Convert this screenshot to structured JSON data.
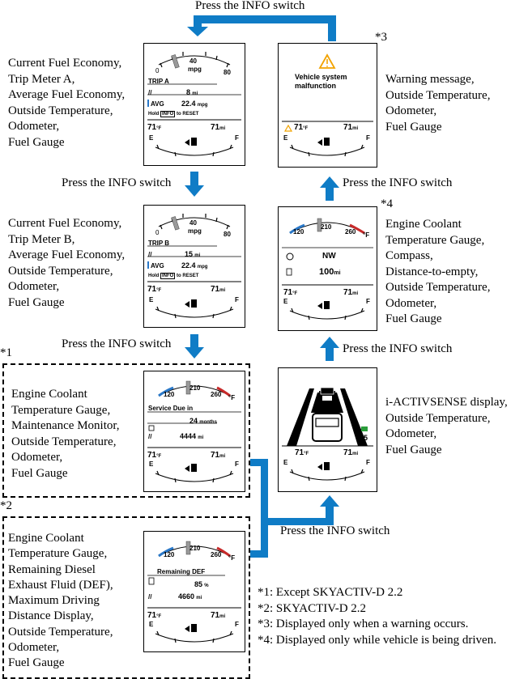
{
  "press_label": "Press the INFO switch",
  "notes": {
    "n1": "*1",
    "n2": "*2",
    "n3": "*3",
    "n4": "*4",
    "footnotes": [
      "*1: Except SKYACTIV-D 2.2",
      "*2: SKYACTIV-D 2.2",
      "*3: Displayed only when a warning occurs.",
      "*4: Displayed only while vehicle is being driven."
    ]
  },
  "descriptions": {
    "tripA": [
      "Current Fuel Economy,",
      "Trip Meter A,",
      "Average Fuel Economy,",
      "Outside Temperature,",
      "Odometer,",
      "Fuel Gauge"
    ],
    "tripB": [
      "Current Fuel Economy,",
      "Trip Meter B,",
      "Average Fuel Economy,",
      "Outside Temperature,",
      "Odometer,",
      "Fuel Gauge"
    ],
    "maint": [
      "Engine Coolant",
      "Temperature Gauge,",
      "Maintenance Monitor,",
      "Outside Temperature,",
      "Odometer,",
      "Fuel Gauge"
    ],
    "def": [
      "Engine Coolant",
      "Temperature Gauge,",
      "Remaining Diesel",
      "Exhaust Fluid (DEF),",
      "Maximum Driving",
      "Distance Display,",
      "Outside Temperature,",
      "Odometer,",
      "Fuel Gauge"
    ],
    "warning": [
      "Warning message,",
      "Outside Temperature,",
      "Odometer,",
      "Fuel Gauge"
    ],
    "compass": [
      "Engine Coolant",
      "Temperature Gauge,",
      "Compass,",
      "Distance-to-empty,",
      "Outside Temperature,",
      "Odometer,",
      "Fuel Gauge"
    ],
    "isense": [
      "i-ACTIVSENSE display,",
      "Outside Temperature,",
      "Odometer,",
      "Fuel Gauge"
    ]
  },
  "screens": {
    "common": {
      "temp": "71",
      "temp_unit": "°F",
      "odo": "71",
      "odo_unit": "mi",
      "E": "E",
      "F": "F"
    },
    "fuel_gauge": {
      "min": "0",
      "mid": "40",
      "max": "80",
      "unit": "mpg"
    },
    "coolant_gauge": {
      "min": "120",
      "mid": "210",
      "max": "260",
      "unit": "°F"
    },
    "tripA": {
      "title": "TRIP A",
      "trip": "8",
      "trip_unit": "mi",
      "avg_label": "AVG",
      "avg": "22.4",
      "avg_unit": "mpg",
      "hold": "Hold",
      "info": "INFO",
      "reset": "to RESET"
    },
    "tripB": {
      "title": "TRIP B",
      "trip": "15",
      "trip_unit": "mi",
      "avg_label": "AVG",
      "avg": "22.4",
      "avg_unit": "mpg",
      "hold": "Hold",
      "info": "INFO",
      "reset": "to RESET"
    },
    "maint": {
      "title": "Service Due in",
      "months": "24",
      "months_unit": "months",
      "dist": "4444",
      "dist_unit": "mi"
    },
    "def": {
      "title": "Remaining DEF",
      "pct": "85",
      "pct_unit": "%",
      "dist": "4660",
      "dist_unit": "mi"
    },
    "warning": {
      "line1": "Vehicle system",
      "line2": "malfunction"
    },
    "compass": {
      "dir": "NW",
      "dte": "100",
      "dte_unit": "mi"
    },
    "isense": {
      "speed": "55"
    }
  },
  "colors": {
    "arrow": "#0f7cc6",
    "warn": "#f2a300",
    "cold": "#2a78c8",
    "hot": "#c82a2a",
    "green": "#2a9d3a"
  }
}
